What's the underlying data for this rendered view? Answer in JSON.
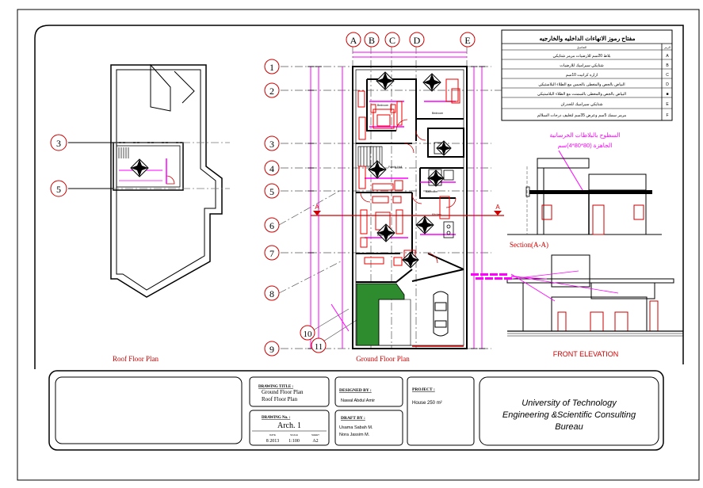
{
  "grid_letters": [
    "A",
    "B",
    "C",
    "D",
    "E"
  ],
  "grid_numbers": [
    "1",
    "2",
    "3",
    "4",
    "5",
    "6",
    "7",
    "8",
    "9",
    "10",
    "11"
  ],
  "roof_grid_numbers": [
    "3",
    "5"
  ],
  "section_marker": "A",
  "legend": {
    "title": "مفتاح رموز الانهاءات الداخليه والخارجيه",
    "header_sym": "الرمز",
    "header_desc": "التفاصيل",
    "rows": [
      {
        "sym": "A",
        "desc": "بلاط 20سم للارضيات مرمر شتايكي"
      },
      {
        "sym": "B",
        "desc": "شتايكي سيراميك للارضيات"
      },
      {
        "sym": "C",
        "desc": "ازاره كرانيت 10سم"
      },
      {
        "sym": "D",
        "desc": "البياض بالجص والمغطى بالجبس مع الطلاء البلاستيكي"
      },
      {
        "sym": "■",
        "desc": "البياض بالجص والمغطى بالسمنت مع الطلاء البلاستيكي"
      },
      {
        "sym": "E",
        "desc": "شتايكي سيراميك للجدران"
      },
      {
        "sym": "F",
        "desc": "مرمر سمك 5سم وعرض 35سم لتغليف درجات السلالم"
      }
    ]
  },
  "section_note_line1": "السطوح بالبلاطات الخرسانية",
  "section_note_line2": "الجاهزة (80*80*4)سم",
  "labels": {
    "roof_plan": "Roof Floor Plan",
    "ground_plan": "Ground Floor Plan",
    "section": "Section(A-A)",
    "front_elevation": "FRONT ELEVATION"
  },
  "rooms": {
    "bedroom1": "Bedroom",
    "bedroom2": "Bedroom",
    "family_hall": "Family Hall",
    "bathroom": "Bathroom",
    "kitchen": "Kitchen",
    "reception": "Reception"
  },
  "title_block": {
    "drawing_title_label": "DRAWING TITLE :",
    "drawing_title_1": "Ground Floor Plan",
    "drawing_title_2": "Roof Floor Plan",
    "drawing_no_label": "DRAWING No. :",
    "drawing_no": "Arch. 1",
    "date_label": "DATE",
    "scale_label": "SCALE",
    "sheet_label": "SHEET",
    "date": "8 2013",
    "scale": "1:100",
    "sheet": "A2",
    "designed_label": "DESIGNED BY :",
    "designer": "Nawal Abdul Amir",
    "draft_label": "DRAFT BY :",
    "drafter_1": "Usama Sabah M.",
    "drafter_2": "Nora Jassim M.",
    "project_label": "PROJECT :",
    "project": "House 250 m²",
    "org_1": "University of Technology",
    "org_2": "Engineering &Scientific Consulting",
    "org_3": "Bureau"
  },
  "colors": {
    "ink": "#000000",
    "accent": "#ff00ff",
    "grid_red": "#cc0000",
    "furniture": "#e00000",
    "lawn": "#2e8b2e"
  }
}
